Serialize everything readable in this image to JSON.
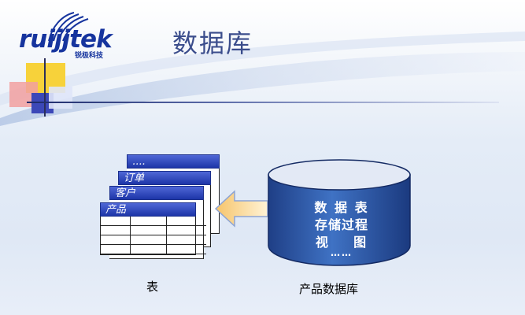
{
  "logo": {
    "wordmark": "ruijjtek",
    "subtitle": "锐极科技"
  },
  "slide": {
    "title": "数据库"
  },
  "tables": [
    {
      "title": "...."
    },
    {
      "title": "订单"
    },
    {
      "title": "客户"
    },
    {
      "title": "产品"
    }
  ],
  "tables_caption": "表",
  "database": {
    "items": [
      "数 据 表",
      "存储过程",
      "视    图",
      "……"
    ],
    "caption": "产品数据库"
  },
  "colors": {
    "accent": "#1d35a8",
    "database": "#2f5fb0",
    "arrow": "#f3c77a"
  }
}
